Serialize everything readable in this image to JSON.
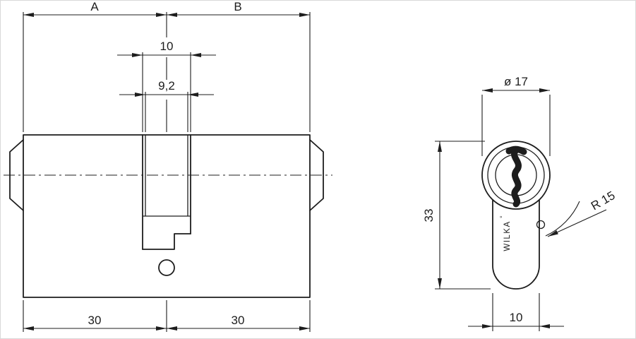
{
  "side_view": {
    "dim_a_label": "A",
    "dim_b_label": "B",
    "cam_outer_width": "10",
    "cam_inner_width": "9,2",
    "segment_a_length": "30",
    "segment_b_length": "30"
  },
  "front_view": {
    "barrel_diameter": "ø 17",
    "body_height": "33",
    "cam_radius": "R 15",
    "body_width": "10",
    "brand": "WILKA",
    "brand_mark": "°"
  },
  "colors": {
    "line": "#1d1d1d",
    "background": "#ffffff"
  }
}
